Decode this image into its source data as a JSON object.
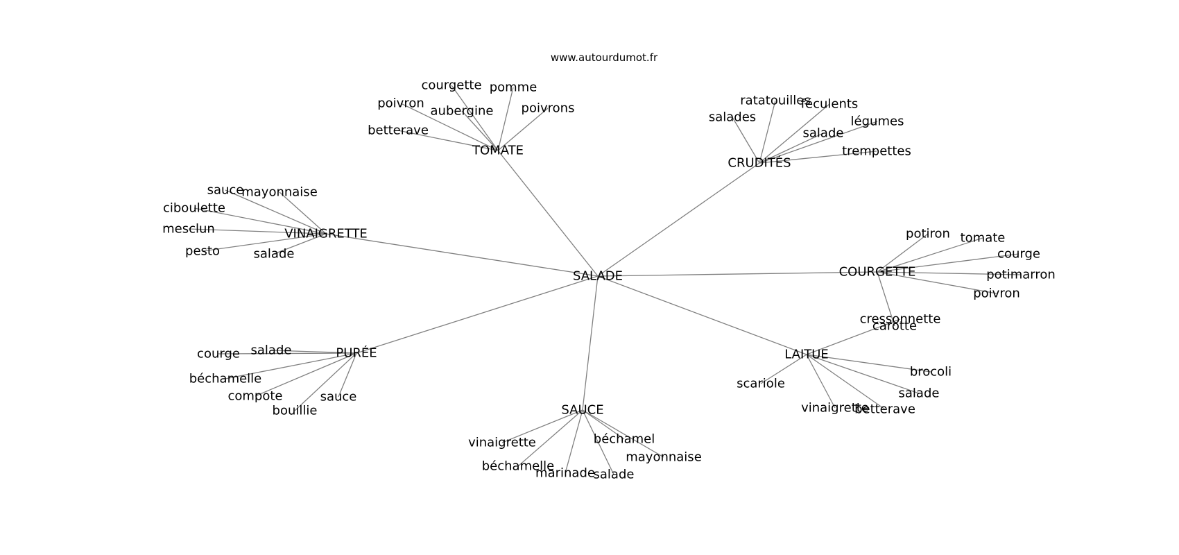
{
  "source": "www.autourdumot.fr",
  "colors": {
    "edge": "#808080",
    "text": "#000000",
    "background": "#ffffff"
  },
  "graph": {
    "center": "SALADE",
    "nodes": [
      {
        "id": "salade",
        "label": "SALADE"
      },
      {
        "id": "tomate",
        "label": "TOMATE"
      },
      {
        "id": "crudites",
        "label": "CRUDITÉS"
      },
      {
        "id": "vinaigrette",
        "label": "VINAIGRETTE"
      },
      {
        "id": "courgette",
        "label": "COURGETTE"
      },
      {
        "id": "puree",
        "label": "PURÉE"
      },
      {
        "id": "laitue",
        "label": "LAITUE"
      },
      {
        "id": "sauce",
        "label": "SAUCE"
      },
      {
        "id": "t1",
        "label": "courgette"
      },
      {
        "id": "t2",
        "label": "pomme"
      },
      {
        "id": "t3",
        "label": "poivron"
      },
      {
        "id": "t4",
        "label": "aubergine"
      },
      {
        "id": "t5",
        "label": "poivrons"
      },
      {
        "id": "t6",
        "label": "betterave"
      },
      {
        "id": "c1",
        "label": "ratatouilles"
      },
      {
        "id": "c2",
        "label": "féculents"
      },
      {
        "id": "c3",
        "label": "salades"
      },
      {
        "id": "c4",
        "label": "légumes"
      },
      {
        "id": "c5",
        "label": "salade"
      },
      {
        "id": "c6",
        "label": "trempettes"
      },
      {
        "id": "v1",
        "label": "sauce"
      },
      {
        "id": "v2",
        "label": "mayonnaise"
      },
      {
        "id": "v3",
        "label": "ciboulette"
      },
      {
        "id": "v4",
        "label": "mesclun"
      },
      {
        "id": "v5",
        "label": "pesto"
      },
      {
        "id": "v6",
        "label": "salade"
      },
      {
        "id": "g1",
        "label": "potiron"
      },
      {
        "id": "g2",
        "label": "tomate"
      },
      {
        "id": "g3",
        "label": "courge"
      },
      {
        "id": "g4",
        "label": "potimarron"
      },
      {
        "id": "g5",
        "label": "poivron"
      },
      {
        "id": "g6",
        "label": "carotte"
      },
      {
        "id": "p1",
        "label": "courge"
      },
      {
        "id": "p2",
        "label": "salade"
      },
      {
        "id": "p3",
        "label": "béchamelle"
      },
      {
        "id": "p4",
        "label": "compote"
      },
      {
        "id": "p5",
        "label": "sauce"
      },
      {
        "id": "p6",
        "label": "bouillie"
      },
      {
        "id": "l1",
        "label": "cressonnette"
      },
      {
        "id": "l2",
        "label": "brocoli"
      },
      {
        "id": "l3",
        "label": "scariole"
      },
      {
        "id": "l4",
        "label": "salade"
      },
      {
        "id": "l5",
        "label": "vinaigrette"
      },
      {
        "id": "l6",
        "label": "betterave"
      },
      {
        "id": "s1",
        "label": "vinaigrette"
      },
      {
        "id": "s2",
        "label": "béchamel"
      },
      {
        "id": "s3",
        "label": "mayonnaise"
      },
      {
        "id": "s4",
        "label": "béchamelle"
      },
      {
        "id": "s5",
        "label": "marinade"
      },
      {
        "id": "s6",
        "label": "salade"
      }
    ],
    "edges": [
      [
        "salade",
        "tomate"
      ],
      [
        "salade",
        "crudites"
      ],
      [
        "salade",
        "vinaigrette"
      ],
      [
        "salade",
        "courgette"
      ],
      [
        "salade",
        "puree"
      ],
      [
        "salade",
        "laitue"
      ],
      [
        "salade",
        "sauce"
      ],
      [
        "tomate",
        "t1"
      ],
      [
        "tomate",
        "t2"
      ],
      [
        "tomate",
        "t3"
      ],
      [
        "tomate",
        "t4"
      ],
      [
        "tomate",
        "t5"
      ],
      [
        "tomate",
        "t6"
      ],
      [
        "crudites",
        "c1"
      ],
      [
        "crudites",
        "c2"
      ],
      [
        "crudites",
        "c3"
      ],
      [
        "crudites",
        "c4"
      ],
      [
        "crudites",
        "c5"
      ],
      [
        "crudites",
        "c6"
      ],
      [
        "vinaigrette",
        "v1"
      ],
      [
        "vinaigrette",
        "v2"
      ],
      [
        "vinaigrette",
        "v3"
      ],
      [
        "vinaigrette",
        "v4"
      ],
      [
        "vinaigrette",
        "v5"
      ],
      [
        "vinaigrette",
        "v6"
      ],
      [
        "courgette",
        "g1"
      ],
      [
        "courgette",
        "g2"
      ],
      [
        "courgette",
        "g3"
      ],
      [
        "courgette",
        "g4"
      ],
      [
        "courgette",
        "g5"
      ],
      [
        "courgette",
        "g6"
      ],
      [
        "puree",
        "p1"
      ],
      [
        "puree",
        "p2"
      ],
      [
        "puree",
        "p3"
      ],
      [
        "puree",
        "p4"
      ],
      [
        "puree",
        "p5"
      ],
      [
        "puree",
        "p6"
      ],
      [
        "laitue",
        "l1"
      ],
      [
        "laitue",
        "l2"
      ],
      [
        "laitue",
        "l3"
      ],
      [
        "laitue",
        "l4"
      ],
      [
        "laitue",
        "l5"
      ],
      [
        "laitue",
        "l6"
      ],
      [
        "sauce",
        "s1"
      ],
      [
        "sauce",
        "s2"
      ],
      [
        "sauce",
        "s3"
      ],
      [
        "sauce",
        "s4"
      ],
      [
        "sauce",
        "s5"
      ],
      [
        "sauce",
        "s6"
      ]
    ]
  }
}
